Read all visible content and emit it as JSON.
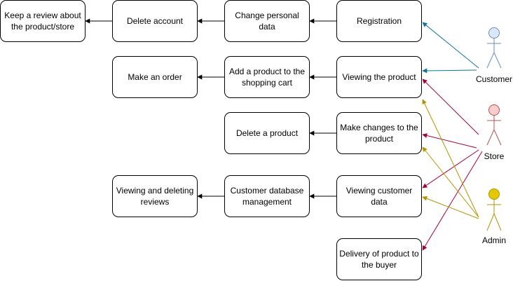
{
  "boxes": {
    "keep_review": "Keep a review about the product/store",
    "delete_account": "Delete account",
    "change_personal_data": "Change personal data",
    "registration": "Registration",
    "make_order": "Make an order",
    "add_to_cart": "Add a product to the shopping cart",
    "viewing_product": "Viewing the product",
    "delete_product": "Delete a product",
    "make_changes_product": "Make changes to the product",
    "viewing_deleting_reviews": "Viewing and deleting reviews",
    "customer_db_mgmt": "Customer database management",
    "viewing_customer_data": "Viewing customer data",
    "delivery": "Delivery of product to the buyer"
  },
  "actors": {
    "customer": {
      "label": "Customer",
      "fill": "#dae8fc",
      "stroke": "#6c8ebf",
      "edge_color": "#10739e"
    },
    "store": {
      "label": "Store",
      "fill": "#f8cecc",
      "stroke": "#b85450",
      "edge_color": "#a50040"
    },
    "admin": {
      "label": "Admin",
      "fill": "#e3c800",
      "stroke": "#b09500",
      "edge_color": "#b09500"
    }
  }
}
